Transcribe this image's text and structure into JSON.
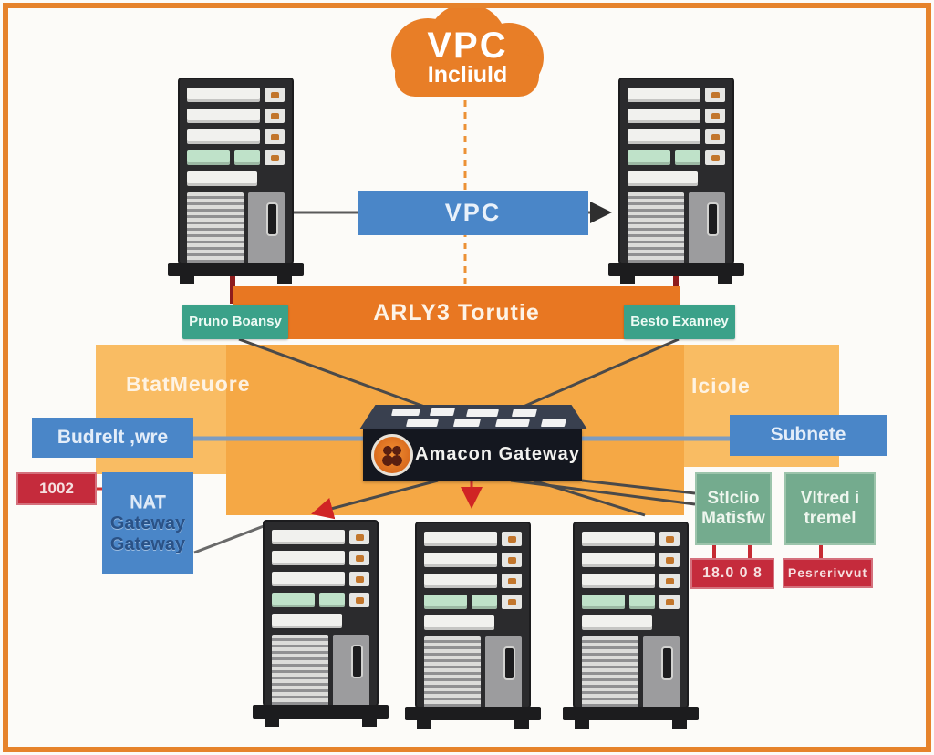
{
  "cloud": {
    "line1": "VPC",
    "line2": "Incliuld"
  },
  "vpc_bar": {
    "label": "VPC"
  },
  "router_bar": {
    "label": "ARLY3 Torutie"
  },
  "private_gateway": {
    "label": "Pruno Boansy"
  },
  "public_gateway": {
    "label": "Besto Exanney"
  },
  "left_zone": {
    "label": "BtatMeuore"
  },
  "right_zone": {
    "label": "Iciole"
  },
  "left_subnet": {
    "label": "Budrelt ,wre"
  },
  "right_subnet": {
    "label": "Subnete"
  },
  "gateway_switch": {
    "label": "Amacon Gateway"
  },
  "nat_gateway": {
    "line1": "NAT",
    "line2": "Gateway",
    "line3": "Gateway"
  },
  "ip_badge_left": {
    "label": "1002"
  },
  "static_box": {
    "line1": "Stlclio",
    "line2": "Matisfw"
  },
  "internet_box": {
    "line1": "Vltred i",
    "line2": "tremel"
  },
  "ip_badge_right": {
    "label": "18.0 0 8"
  },
  "reserved_badge": {
    "label": "Pesrerivvut"
  },
  "colors": {
    "frame_orange": "#e6832b",
    "router_orange": "#e87722",
    "band_light": "#f9bc63",
    "band_mid": "#f5a845",
    "blue": "#4a86c8",
    "teal": "#3ba189",
    "green": "#74ab8e",
    "red": "#c52b3c",
    "dark_red_tick": "#8e1c1c"
  }
}
